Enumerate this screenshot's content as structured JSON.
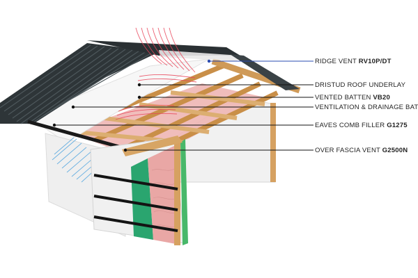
{
  "labels": [
    {
      "text": "RIDGE VENT ",
      "code": "RV10P/DT",
      "line_color": "#2a4bb0"
    },
    {
      "text": "DRISTUD ROOF UNDERLAY",
      "code": "",
      "line_color": "#111111"
    },
    {
      "text": "VENTED BATTEN ",
      "code": "VB20",
      "line_color": "#111111"
    },
    {
      "text": "VENTILATION & DRAINAGE BATT",
      "code": "",
      "line_color": "#111111"
    },
    {
      "text": "EAVES COMB FILLER ",
      "code": "G1275",
      "line_color": "#111111"
    },
    {
      "text": "OVER FASCIA VENT ",
      "code": "G2500N",
      "line_color": "#111111"
    }
  ],
  "colors": {
    "roof_sheet": "#2e3538",
    "timber": "#d8a867",
    "insulation": "#e9a7a5",
    "wall_membrane": "#2aa56f",
    "cladding": "#ececec",
    "warm_air": "#e8455a",
    "cool_air": "#59a9e0"
  }
}
